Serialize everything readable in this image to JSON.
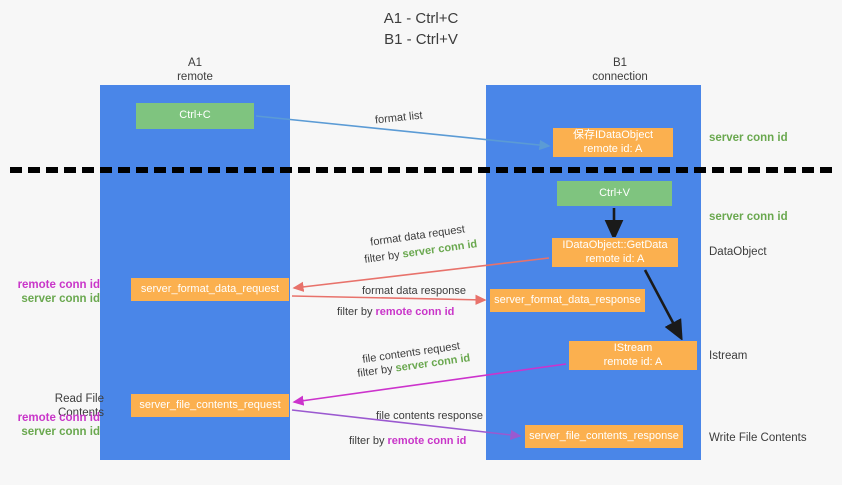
{
  "title": {
    "line1": "A1 - Ctrl+C",
    "line2": "B1 - Ctrl+V"
  },
  "lanes": [
    {
      "id": "A1",
      "name": "A1",
      "subtitle": "remote"
    },
    {
      "id": "B1",
      "name": "B1",
      "subtitle": "connection"
    }
  ],
  "boxes": {
    "ctrl_c": {
      "label": "Ctrl+C",
      "color": "#7fc47f"
    },
    "save_idataobject": {
      "line1": "保存IDataObject",
      "line2": "remote id: A",
      "color": "#fbb04f"
    },
    "ctrl_v": {
      "label": "Ctrl+V",
      "color": "#7fc47f"
    },
    "getdata": {
      "line1": "IDataObject::GetData",
      "line2": "remote id: A",
      "color": "#fbb04f"
    },
    "server_format_data_request": {
      "label": "server_format_data_request",
      "color": "#fbb04f"
    },
    "server_format_data_response": {
      "label": "server_format_data_response",
      "color": "#fbb04f"
    },
    "istream": {
      "line1": "IStream",
      "line2": "remote id: A",
      "color": "#fbb04f"
    },
    "server_file_contents_request": {
      "label": "server_file_contents_request",
      "color": "#fbb04f"
    },
    "server_file_contents_response": {
      "label": "server_file_contents_response",
      "color": "#fbb04f"
    }
  },
  "edges": {
    "format_list": "format list",
    "format_data_request": "format data request",
    "format_data_request_filter_prefix": "filter by ",
    "format_data_request_filter_key": "server conn id",
    "format_data_response": "format data response",
    "format_data_response_filter_prefix": "filter by ",
    "format_data_response_filter_key": "remote conn id",
    "file_contents_request": "file contents request",
    "file_contents_request_filter_prefix": "filter by ",
    "file_contents_request_filter_key": "server conn id",
    "file_contents_response": "file contents response",
    "file_contents_response_filter_prefix": "filter by ",
    "file_contents_response_filter_key": "remote conn id"
  },
  "right_labels": {
    "server_conn_id_top": "server conn id",
    "server_conn_id_mid": "server conn id",
    "dataobject": "DataObject",
    "istream": "Istream",
    "write_file_contents": "Write File Contents"
  },
  "left_labels": {
    "remote_conn_id_1": "remote conn id",
    "server_conn_id_1": "server conn id",
    "read_file_contents": "Read File Contents",
    "remote_conn_id_2": "remote conn id",
    "server_conn_id_2": "server conn id"
  },
  "colors": {
    "lane": "#4a86e8",
    "green_box": "#7fc47f",
    "orange_box": "#fbb04f",
    "server_conn_id": "#6aa84f",
    "remote_conn_id": "#c936c9",
    "arrow_blue": "#5b9bd5",
    "arrow_red": "#e8726b",
    "arrow_magenta": "#cc33cc",
    "arrow_purple": "#9b59d0",
    "arrow_black": "#1a1a1a",
    "background": "#f7f7f7",
    "divider": "#000000"
  }
}
